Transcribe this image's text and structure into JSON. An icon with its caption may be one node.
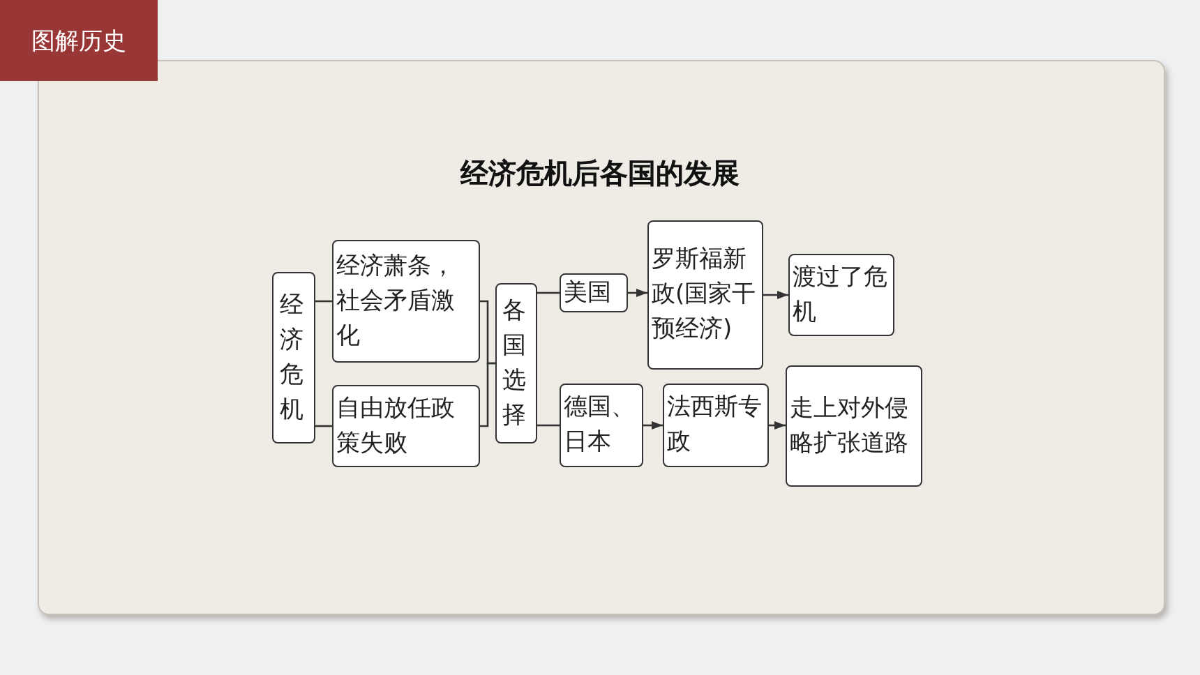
{
  "diagram": {
    "title": "经济危机后各国的发展",
    "nodes": [
      {
        "text": [
          "经济危机"
        ]
      },
      {
        "text": [
          "经济萧条，社会矛盾激化"
        ]
      },
      {
        "text": [
          "自由放任政策失败"
        ]
      },
      {
        "text": [
          "各国选择"
        ]
      },
      {
        "text": [
          "美国"
        ]
      },
      {
        "text": [
          "罗斯福新政(国家干预经济)"
        ]
      },
      {
        "text": [
          "渡过了危机"
        ]
      },
      {
        "text": [
          "德国、日本"
        ]
      },
      {
        "text": [
          "法西斯专政"
        ]
      },
      {
        "text": [
          "走上对外侵略扩张道路"
        ]
      }
    ],
    "edges": [
      {
        "from": 0,
        "to": 1,
        "arrow": "none"
      },
      {
        "from": 0,
        "to": 2,
        "arrow": "none"
      },
      {
        "from": 1,
        "to": 3,
        "arrow": "none"
      },
      {
        "from": 2,
        "to": 3,
        "arrow": "none"
      },
      {
        "from": 3,
        "to": 4,
        "arrow": "none"
      },
      {
        "from": 3,
        "to": 7,
        "arrow": "none"
      },
      {
        "from": 4,
        "to": 5,
        "arrow": "to"
      },
      {
        "from": 5,
        "to": 6,
        "arrow": "to"
      },
      {
        "from": 7,
        "to": 8,
        "arrow": "to"
      },
      {
        "from": 8,
        "to": 9,
        "arrow": "to"
      }
    ],
    "labels": [
      "图解历史"
    ]
  }
}
